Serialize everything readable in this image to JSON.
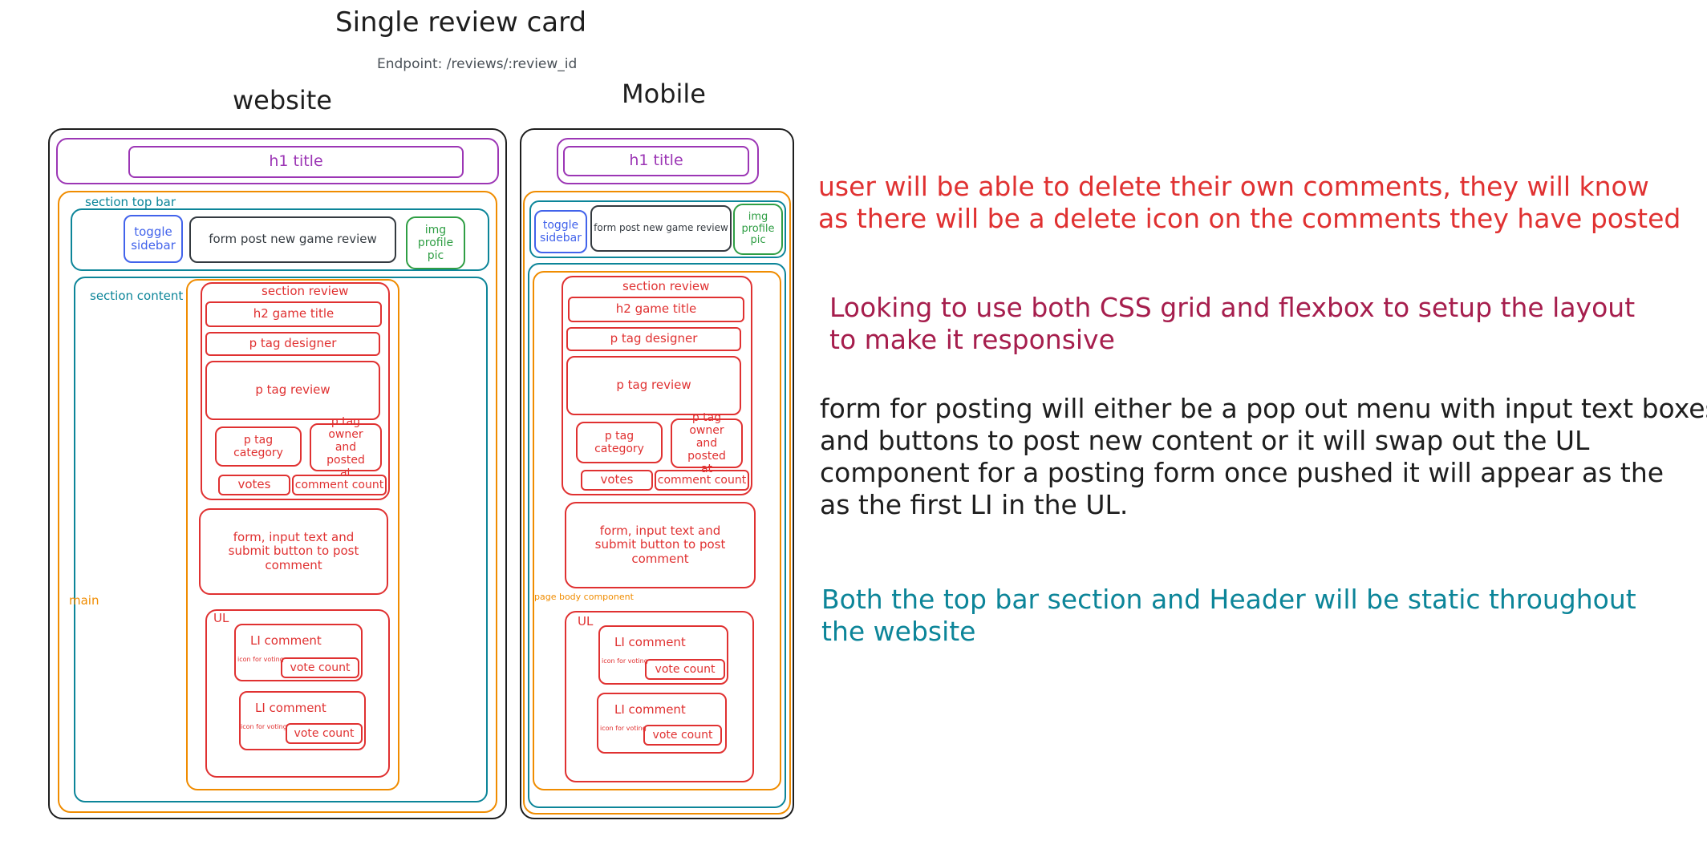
{
  "title": "Single review card",
  "endpoint": "Endpoint: /reviews/:review_id",
  "website": {
    "heading": "website",
    "h1": "h1 title",
    "section_top_bar": "section top bar",
    "toggle_sidebar": "toggle sidebar",
    "form_post": "form post new game review",
    "img_profile": "img profile pic",
    "section_content": "section content",
    "main": "main",
    "section_review": "section review",
    "h2": "h2 game title",
    "p_designer": "p tag designer",
    "p_review": "p tag review",
    "p_category": "p tag category",
    "p_owner": "p tag owner and posted at",
    "votes": "votes",
    "comment_count": "comment count",
    "comment_form": "form, input text and submit button to post comment",
    "ul": "UL",
    "li_comment": "LI comment",
    "icon_voting": "icon for voting",
    "vote_count": "vote count"
  },
  "mobile": {
    "heading": "Mobile",
    "h1": "h1 title",
    "toggle_sidebar": "toggle sidebar",
    "form_post": "form post new game review",
    "img_profile": "img profile pic",
    "section_review": "section review",
    "h2": "h2 game title",
    "p_designer": "p tag designer",
    "p_review": "p tag review",
    "p_category": "p tag category",
    "p_owner": "p tag owner and posted at",
    "votes": "votes",
    "comment_count": "comment count",
    "comment_form": "form, input text and submit button to post comment",
    "page_body": "page body component",
    "ul": "UL",
    "li_comment": "LI comment",
    "icon_voting": "icon for voting",
    "vote_count": "vote count"
  },
  "notes": [
    {
      "lines": [
        "user will be able to delete their own comments, they will know",
        "as there will be a delete icon on the comments they have posted"
      ],
      "color": "#e03131"
    },
    {
      "lines": [
        "Looking to use both CSS grid and flexbox to setup the layout",
        "to make it responsive"
      ],
      "color": "#a61e4d"
    },
    {
      "lines": [
        "form for posting will either be a pop out menu with input text boxes",
        "and buttons to post new content or it will swap out the UL",
        "component for a posting form once pushed it will appear as the",
        "as the first LI in the UL."
      ],
      "color": "#1e1e1e"
    },
    {
      "lines": [
        "Both the top bar section and Header will be static throughout",
        "the website"
      ],
      "color": "#0c8599"
    }
  ]
}
